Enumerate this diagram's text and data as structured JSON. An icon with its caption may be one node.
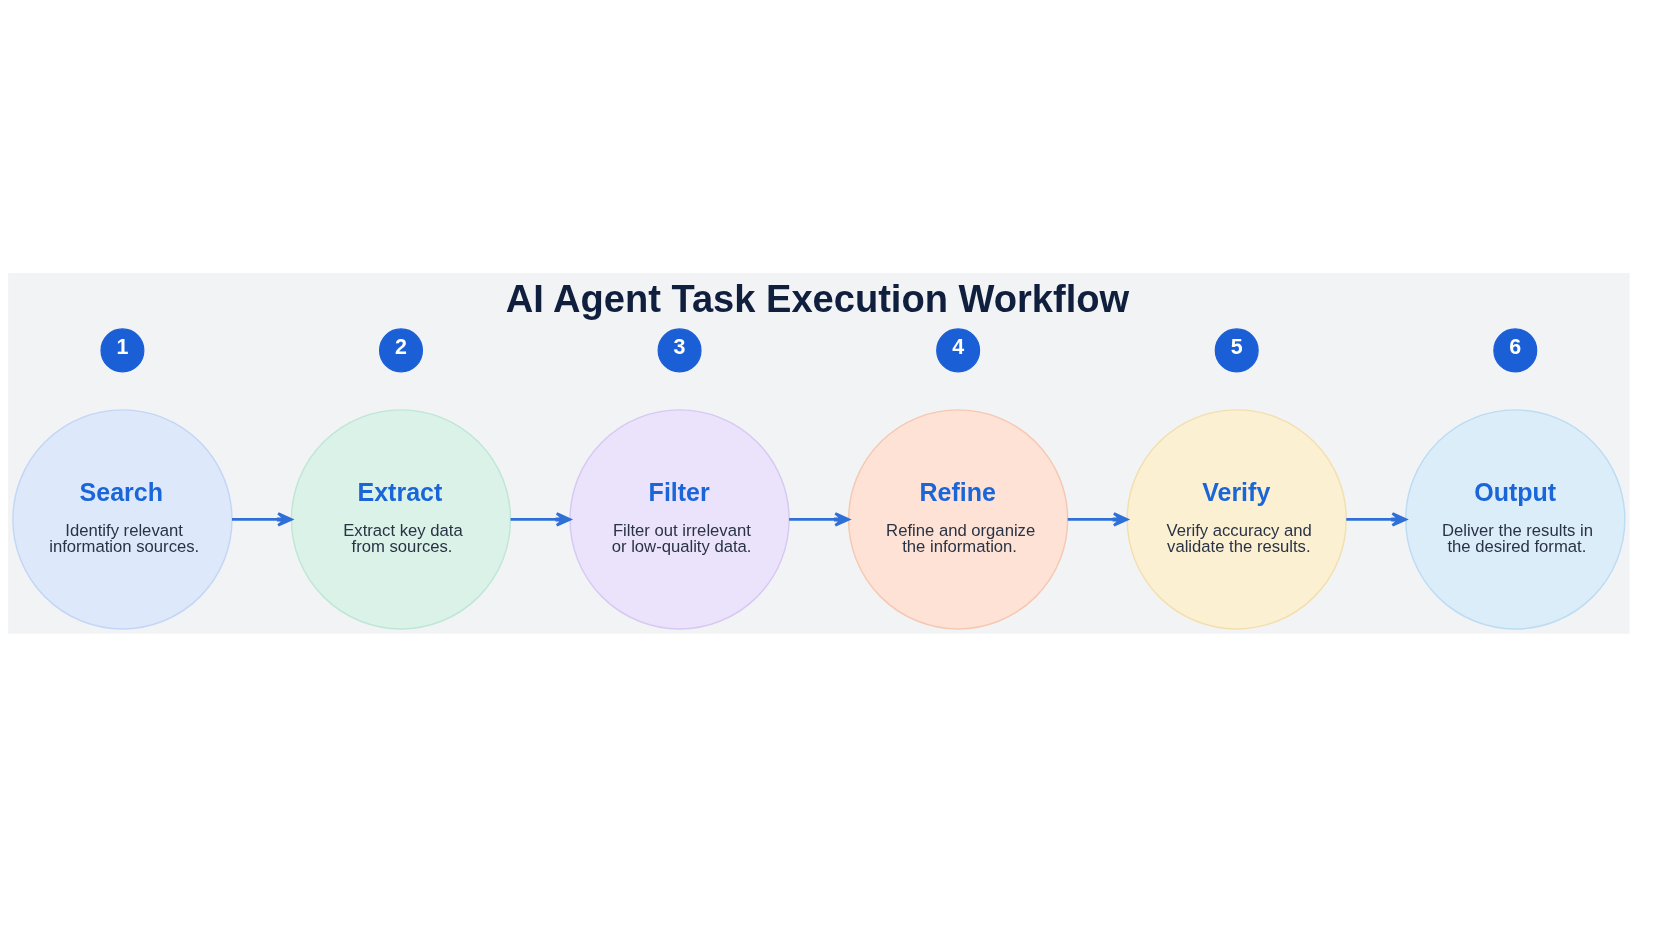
{
  "diagram": {
    "title": "AI Agent Task Execution Workflow",
    "nodes": [
      {
        "text": [
          "1"
        ]
      },
      {
        "text": [
          "Search",
          "Identify relevant information sources."
        ]
      },
      {
        "text": [
          "2"
        ]
      },
      {
        "text": [
          "Extract",
          "Extract key data from sources."
        ]
      },
      {
        "text": [
          "3"
        ]
      },
      {
        "text": [
          "Filter",
          "Filter out irrelevant or low-quality data."
        ]
      },
      {
        "text": [
          "4"
        ]
      },
      {
        "text": [
          "Refine",
          "Refine and organize the information."
        ]
      },
      {
        "text": [
          "5"
        ]
      },
      {
        "text": [
          "Verify",
          "Verify accuracy and validate the results."
        ]
      },
      {
        "text": [
          "6"
        ]
      },
      {
        "text": [
          "Output",
          "Deliver the results in the desired format."
        ]
      }
    ],
    "edges": [
      {
        "from": 1,
        "to": 3,
        "arrow": "to"
      },
      {
        "from": 3,
        "to": 5,
        "arrow": "to"
      },
      {
        "from": 5,
        "to": 7,
        "arrow": "to"
      },
      {
        "from": 7,
        "to": 9,
        "arrow": "to"
      },
      {
        "from": 9,
        "to": 11,
        "arrow": "to"
      }
    ]
  }
}
